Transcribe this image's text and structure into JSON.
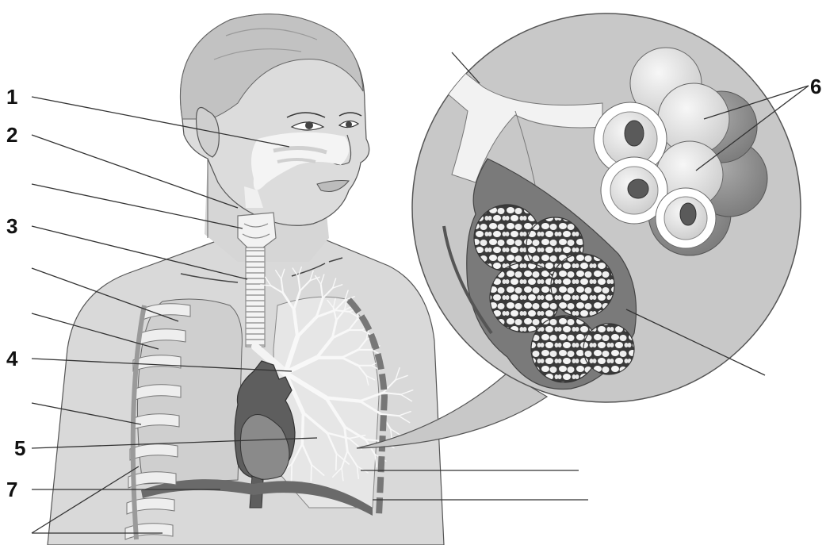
{
  "diagram": {
    "labels": [
      {
        "id": "label-1",
        "text": "1"
      },
      {
        "id": "label-2",
        "text": "2"
      },
      {
        "id": "label-3",
        "text": "3"
      },
      {
        "id": "label-4",
        "text": "4"
      },
      {
        "id": "label-5",
        "text": "5"
      },
      {
        "id": "label-6",
        "text": "6"
      },
      {
        "id": "label-7",
        "text": "7"
      }
    ],
    "colors": {
      "skin": "#d9d9d9",
      "skin_dark": "#bdbdbd",
      "outline": "#555555",
      "airway": "#f2f2f2",
      "heart": "#5e5e5e",
      "heart_light": "#8a8a8a",
      "zoom_bg": "#c8c8c8",
      "alveolus": "#e8e8e8"
    }
  }
}
